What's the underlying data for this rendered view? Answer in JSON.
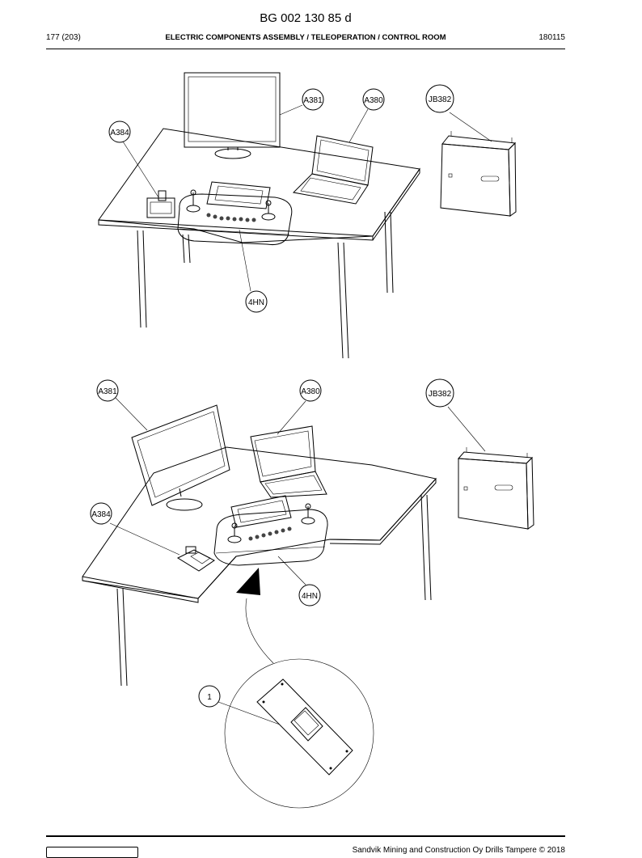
{
  "header": {
    "doc_number": "BG 002 130 85 d",
    "page_count": "177 (203)",
    "section_title": "ELECTRIC COMPONENTS ASSEMBLY / TELEOPERATION / CONTROL ROOM",
    "date_code": "180115"
  },
  "figure_top": {
    "callouts": {
      "monitor": "A381",
      "laptop": "A380",
      "junction_box": "JB382",
      "phone": "A384",
      "console": "4HN"
    }
  },
  "figure_bottom": {
    "callouts": {
      "monitor": "A381",
      "laptop": "A380",
      "junction_box": "JB382",
      "phone": "A384",
      "console": "4HN"
    },
    "detail_callout": "1"
  },
  "footer": {
    "copyright": "Sandvik Mining and Construction Oy Drills Tampere © 2018"
  }
}
